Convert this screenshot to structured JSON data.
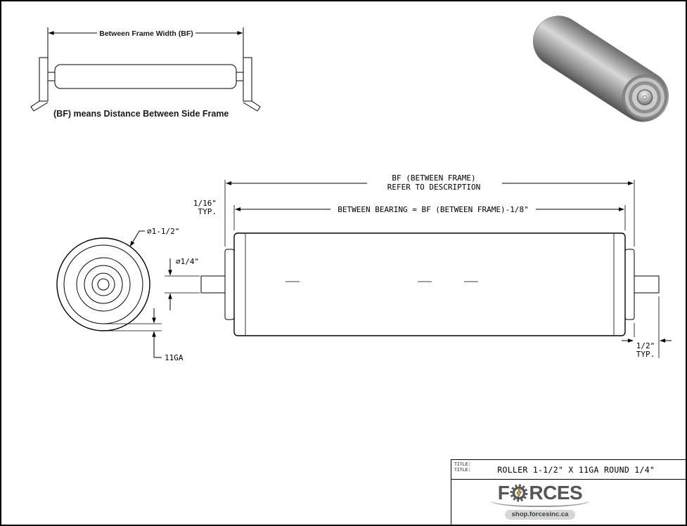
{
  "legend": {
    "dim_label": "Between Frame Width (BF)",
    "caption": "(BF) means Distance Between Side Frame"
  },
  "drawing": {
    "bf_label_line1": "BF (BETWEEN FRAME)",
    "bf_label_line2": "REFER TO DESCRIPTION",
    "between_bearing_label": "BETWEEN BEARING = BF (BETWEEN FRAME)-1/8\"",
    "roller_diameter": "⌀1-1/2\"",
    "shaft_diameter": "⌀1/4\"",
    "wall_gauge": "11GA",
    "frame_gap_value": "1/16\"",
    "frame_gap_suffix": "TYP.",
    "shaft_ext_value": "1/2\"",
    "shaft_ext_suffix": "TYP."
  },
  "title_block": {
    "field_label_1": "TITLE:",
    "field_label_2": "TITLE:",
    "drawing_title": "ROLLER 1-1/2\" X 11GA ROUND 1/4\"",
    "brand_prefix": "F",
    "brand_suffix": "RCES",
    "website": "shop.forcesinc.ca"
  },
  "colors": {
    "line": "#000000",
    "brand_gray": "#54565a",
    "bolt_yellow": "#f5a81c"
  }
}
